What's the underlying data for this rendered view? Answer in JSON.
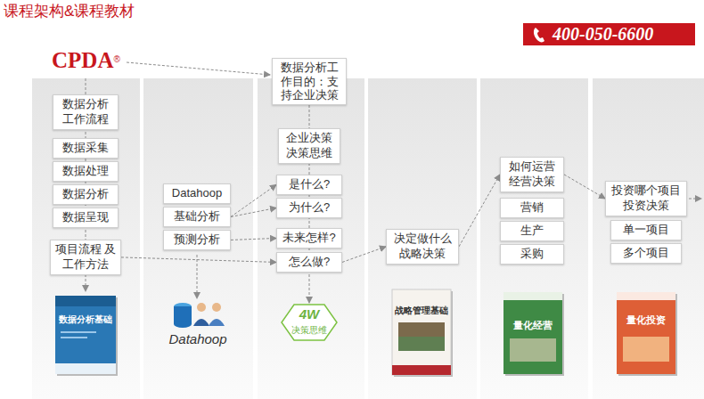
{
  "diagram": {
    "title": "课程架构&课程教材",
    "nodes": [
      {
        "text": [
          "数据分析 工作流程"
        ]
      },
      {
        "text": [
          "数据采集"
        ]
      },
      {
        "text": [
          "数据处理"
        ]
      },
      {
        "text": [
          "数据分析"
        ]
      },
      {
        "text": [
          "数据呈现"
        ]
      },
      {
        "text": [
          "项目流程 及工作方法"
        ]
      },
      {
        "text": [
          "Datahoop"
        ]
      },
      {
        "text": [
          "基础分析"
        ]
      },
      {
        "text": [
          "预测分析"
        ]
      },
      {
        "text": [
          "数据分析工作目的：支持企业决策"
        ]
      },
      {
        "text": [
          "企业决策 决策思维"
        ]
      },
      {
        "text": [
          "是什么?"
        ]
      },
      {
        "text": [
          "为什么?"
        ]
      },
      {
        "text": [
          "未来怎样?"
        ]
      },
      {
        "text": [
          "怎么做?"
        ]
      },
      {
        "text": [
          "决定做什么 战略决策"
        ]
      },
      {
        "text": [
          "如何运营 经营决策"
        ]
      },
      {
        "text": [
          "营销"
        ]
      },
      {
        "text": [
          "生产"
        ]
      },
      {
        "text": [
          "采购"
        ]
      },
      {
        "text": [
          "投资哪个项目 投资决策"
        ]
      },
      {
        "text": [
          "单一项目"
        ]
      },
      {
        "text": [
          "多个项目"
        ]
      }
    ],
    "edges": [
      {
        "from": 7,
        "to": 11,
        "arrow": "to"
      },
      {
        "from": 7,
        "to": 12,
        "arrow": "to"
      },
      {
        "from": 8,
        "to": 13,
        "arrow": "to"
      },
      {
        "from": 5,
        "to": 14,
        "arrow": "to"
      },
      {
        "from": 14,
        "to": 15,
        "arrow": "to"
      },
      {
        "from": 15,
        "to": 16,
        "arrow": "to"
      },
      {
        "from": 16,
        "to": 20,
        "arrow": "to"
      }
    ],
    "labels": [
      "400-050-6600",
      "CPDA",
      "®",
      "数据分析基础",
      "Datahoop",
      "4W",
      "决策思维",
      "战略管理基础",
      "量化经营",
      "量化投资"
    ]
  }
}
